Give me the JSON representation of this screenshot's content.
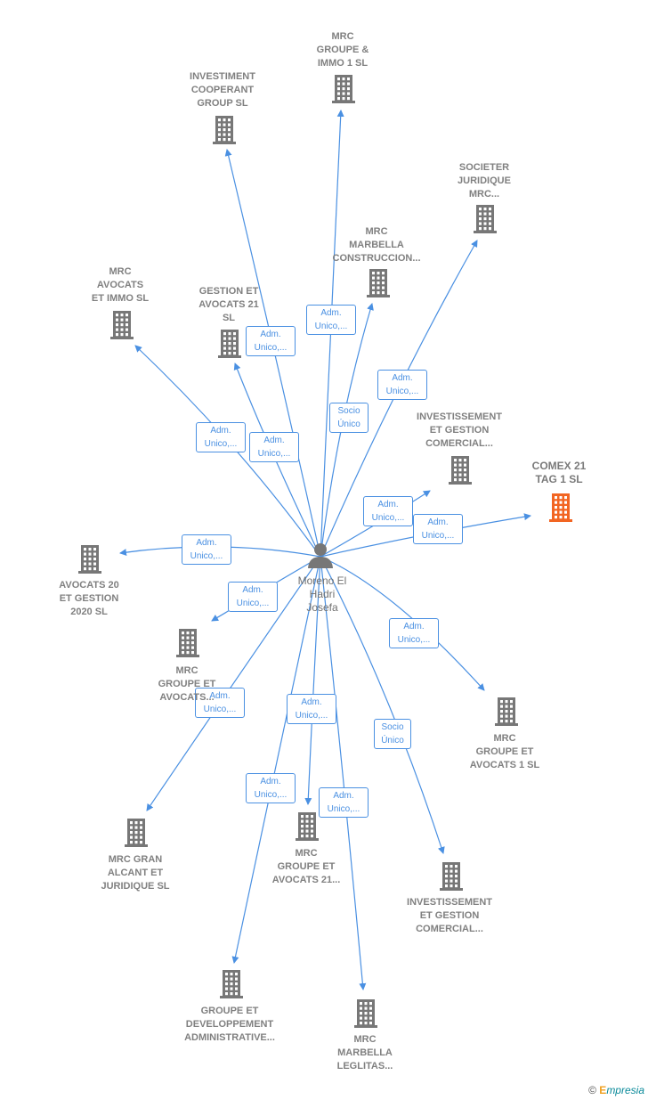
{
  "center": {
    "name": "Moreno El\nHadri\nJosefa"
  },
  "nodes": [
    {
      "id": "n1",
      "name": "MRC\nGROUPE &\nIMMO 1  SL",
      "highlight": false
    },
    {
      "id": "n2",
      "name": "INVESTIMENT\nCOOPERANT\nGROUP  SL",
      "highlight": false
    },
    {
      "id": "n3",
      "name": "SOCIETER\nJURIDIQUE\nMRC...",
      "highlight": false
    },
    {
      "id": "n4",
      "name": "MRC\nMARBELLA\nCONSTRUCCION...",
      "highlight": false
    },
    {
      "id": "n5",
      "name": "MRC\nAVOCATS\nET IMMO  SL",
      "highlight": false
    },
    {
      "id": "n6",
      "name": "GESTION ET\nAVOCATS 21\nSL",
      "highlight": false
    },
    {
      "id": "n7",
      "name": "INVESTISSEMENT\nET GESTION\nCOMERCIAL...",
      "highlight": false
    },
    {
      "id": "n8",
      "name": "COMEX 21\nTAG 1  SL",
      "highlight": true
    },
    {
      "id": "n9",
      "name": "AVOCATS 20\nET GESTION\n2020  SL",
      "highlight": false
    },
    {
      "id": "n10",
      "name": "MRC\nGROUPE ET\nAVOCATS...",
      "highlight": false
    },
    {
      "id": "n11",
      "name": "MRC\nGROUPE ET\nAVOCATS 1  SL",
      "highlight": false
    },
    {
      "id": "n12",
      "name": "MRC GRAN\nALCANT ET\nJURIDIQUE  SL",
      "highlight": false
    },
    {
      "id": "n13",
      "name": "MRC\nGROUPE ET\nAVOCATS 21...",
      "highlight": false
    },
    {
      "id": "n14",
      "name": "INVESTISSEMENT\nET GESTION\nCOMERCIAL...",
      "highlight": false
    },
    {
      "id": "n15",
      "name": "GROUPE ET\nDEVELOPPEMENT\nADMINISTRATIVE...",
      "highlight": false
    },
    {
      "id": "n16",
      "name": "MRC\nMARBELLA\nLEGLITAS...",
      "highlight": false
    }
  ],
  "edges": [
    {
      "to": "n1",
      "label": "Adm.\nUnico,..."
    },
    {
      "to": "n2",
      "label": "Adm.\nUnico,..."
    },
    {
      "to": "n3",
      "label": "Adm.\nUnico,..."
    },
    {
      "to": "n4",
      "label": "Socio\nÚnico"
    },
    {
      "to": "n5",
      "label": "Adm.\nUnico,..."
    },
    {
      "to": "n6",
      "label": "Adm.\nUnico,..."
    },
    {
      "to": "n7",
      "label": "Adm.\nUnico,..."
    },
    {
      "to": "n8",
      "label": "Adm.\nUnico,..."
    },
    {
      "to": "n9",
      "label": "Adm.\nUnico,..."
    },
    {
      "to": "n10",
      "label": "Adm.\nUnico,..."
    },
    {
      "to": "n11",
      "label": "Adm.\nUnico,..."
    },
    {
      "to": "n12",
      "label": "Adm.\nUnico,..."
    },
    {
      "to": "n13",
      "label": "Adm.\nUnico,..."
    },
    {
      "to": "n14",
      "label": "Socio\nÚnico"
    },
    {
      "to": "n15",
      "label": "Adm.\nUnico,..."
    },
    {
      "to": "n16",
      "label": "Adm.\nUnico,..."
    }
  ],
  "colors": {
    "edge": "#4a90e2",
    "building": "#777777",
    "highlight": "#f26522",
    "person": "#777777"
  },
  "footer": {
    "copyright": "©",
    "brand_initial": "E",
    "brand_rest": "mpresia"
  }
}
